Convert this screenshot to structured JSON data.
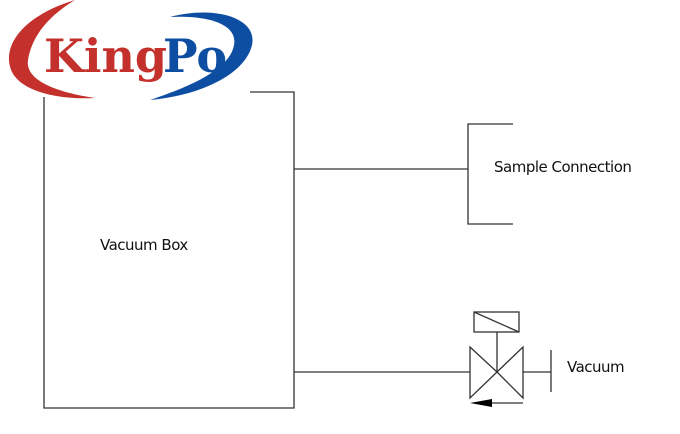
{
  "logo": {
    "text_red": "King",
    "text_blue": "Po",
    "red": "#c4302b",
    "blue": "#0e4ea2"
  },
  "labels": {
    "vacuum_box": "Vacuum Box",
    "sample_connection": "Sample Connection",
    "vacuum": "Vacuum"
  }
}
